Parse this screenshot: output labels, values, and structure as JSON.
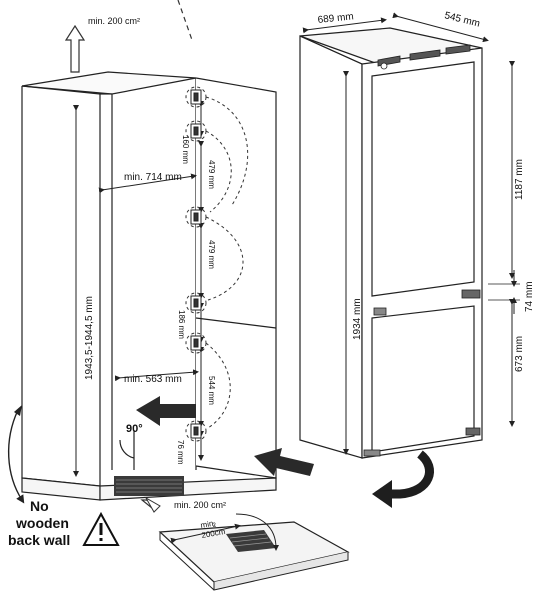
{
  "diagram": {
    "top_vent_label": "min. 200 cm²",
    "bottom_vent_label": "min. 200 cm²",
    "vent_grille_note_line1": "min.",
    "vent_grille_note_line2": "2",
    "vent_grille_note_line3": "200cm",
    "niche_height": "1943,5-1944,5 mm",
    "niche_depth_top": "min. 714 mm",
    "niche_depth_bottom": "min. 563 mm",
    "hinge_spacings": [
      "160 mm",
      "479 mm",
      "479 mm",
      "186 mm",
      "544 mm",
      "76 mm"
    ],
    "angle": "90°",
    "warning_line1": "No",
    "warning_line2": "wooden",
    "warning_line3": "back wall",
    "appliance_width": "689 mm",
    "appliance_depth": "545 mm",
    "appliance_height": "1934 mm",
    "fridge_door_height": "1187 mm",
    "gap_height": "74 mm",
    "freezer_door_height": "673 mm"
  },
  "colors": {
    "line": "#222222",
    "arrow": "#2a2a2a",
    "grille": "#3a3a3a",
    "floor": "#f4f4f4"
  }
}
